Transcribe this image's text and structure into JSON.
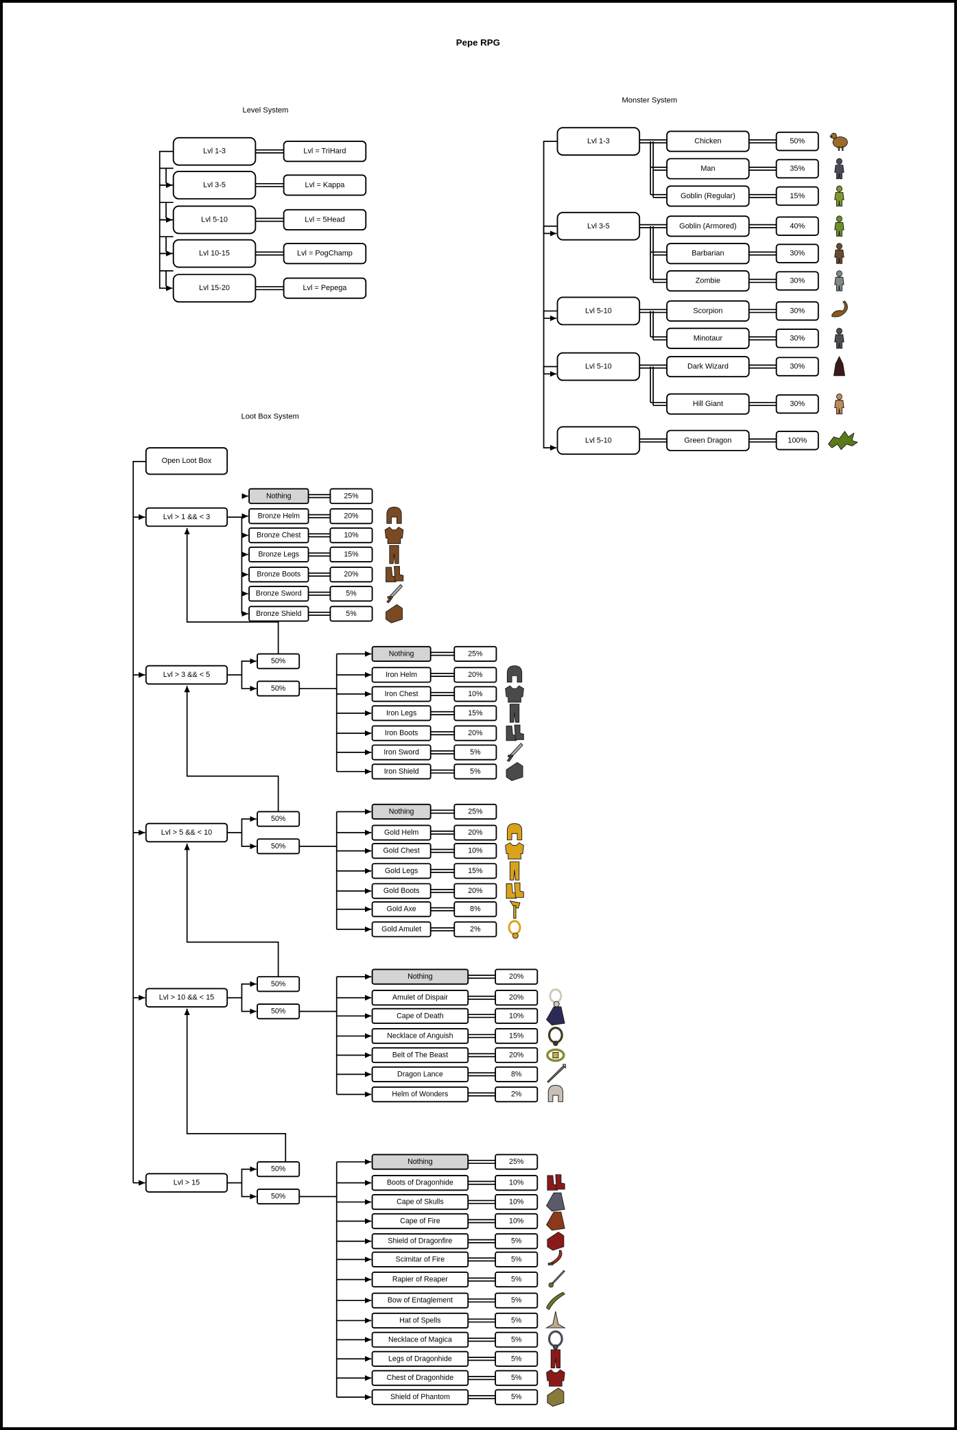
{
  "title": "Pepe RPG",
  "level_system": {
    "heading": "Level System",
    "rows": [
      {
        "level": "Lvl 1-3",
        "title": "Lvl = TriHard"
      },
      {
        "level": "Lvl 3-5",
        "title": "Lvl = Kappa"
      },
      {
        "level": "Lvl 5-10",
        "title": "Lvl = 5Head"
      },
      {
        "level": "Lvl 10-15",
        "title": "Lvl = PogChamp"
      },
      {
        "level": "Lvl 15-20",
        "title": "Lvl = Pepega"
      }
    ]
  },
  "monster_system": {
    "heading": "Monster System",
    "groups": [
      {
        "level": "Lvl 1-3",
        "monsters": [
          {
            "name": "Chicken",
            "chance": "50%",
            "icon": "chicken-icon",
            "color": "#9c6a2a"
          },
          {
            "name": "Man",
            "chance": "35%",
            "icon": "man-icon",
            "color": "#4a4a5a"
          },
          {
            "name": "Goblin (Regular)",
            "chance": "15%",
            "icon": "goblin-icon",
            "color": "#7d9a2c"
          }
        ]
      },
      {
        "level": "Lvl 3-5",
        "monsters": [
          {
            "name": "Goblin (Armored)",
            "chance": "40%",
            "icon": "armored-goblin-icon",
            "color": "#6e8f2a"
          },
          {
            "name": "Barbarian",
            "chance": "30%",
            "icon": "barbarian-icon",
            "color": "#6b4a2e"
          },
          {
            "name": "Zombie",
            "chance": "30%",
            "icon": "zombie-icon",
            "color": "#7d8a86"
          }
        ]
      },
      {
        "level": "Lvl 5-10",
        "monsters": [
          {
            "name": "Scorpion",
            "chance": "30%",
            "icon": "scorpion-icon",
            "color": "#8a5a1a"
          },
          {
            "name": "Minotaur",
            "chance": "30%",
            "icon": "minotaur-icon",
            "color": "#4e4e56"
          }
        ]
      },
      {
        "level": "Lvl 5-10",
        "monsters": [
          {
            "name": "Dark Wizard",
            "chance": "30%",
            "icon": "dark-wizard-icon",
            "color": "#3a1a1a"
          },
          {
            "name": "Hill Giant",
            "chance": "30%",
            "icon": "hill-giant-icon",
            "color": "#c08a5a"
          }
        ]
      },
      {
        "level": "Lvl 5-10",
        "monsters": [
          {
            "name": "Green Dragon",
            "chance": "100%",
            "icon": "green-dragon-icon",
            "color": "#5a7a1a"
          }
        ]
      }
    ]
  },
  "loot_box_system": {
    "heading": "Loot Box System",
    "open_label": "Open Loot Box",
    "tiers": [
      {
        "level": "Lvl > 1 && < 3",
        "split": [],
        "items": [
          {
            "name": "Nothing",
            "chance": "25%",
            "icon": "",
            "color": ""
          },
          {
            "name": "Bronze Helm",
            "chance": "20%",
            "icon": "helm-icon",
            "color": "#7a4a22"
          },
          {
            "name": "Bronze Chest",
            "chance": "10%",
            "icon": "chestplate-icon",
            "color": "#7a4a22"
          },
          {
            "name": "Bronze Legs",
            "chance": "15%",
            "icon": "legs-icon",
            "color": "#7a4a22"
          },
          {
            "name": "Bronze Boots",
            "chance": "20%",
            "icon": "boots-icon",
            "color": "#7a4a22"
          },
          {
            "name": "Bronze Sword",
            "chance": "5%",
            "icon": "sword-icon",
            "color": "#7a4a22"
          },
          {
            "name": "Bronze Shield",
            "chance": "5%",
            "icon": "shield-icon",
            "color": "#7a4a22"
          }
        ]
      },
      {
        "level": "Lvl > 3 && < 5",
        "split": [
          "50%",
          "50%"
        ],
        "items": [
          {
            "name": "Nothing",
            "chance": "25%",
            "icon": "",
            "color": ""
          },
          {
            "name": "Iron Helm",
            "chance": "20%",
            "icon": "helm-icon",
            "color": "#4a4a4a"
          },
          {
            "name": "Iron Chest",
            "chance": "10%",
            "icon": "chestplate-icon",
            "color": "#4a4a4a"
          },
          {
            "name": "Iron Legs",
            "chance": "15%",
            "icon": "legs-icon",
            "color": "#4a4a4a"
          },
          {
            "name": "Iron Boots",
            "chance": "20%",
            "icon": "boots-icon",
            "color": "#4a4a4a"
          },
          {
            "name": "Iron Sword",
            "chance": "5%",
            "icon": "sword-icon",
            "color": "#4a4a4a"
          },
          {
            "name": "Iron Shield",
            "chance": "5%",
            "icon": "shield-icon",
            "color": "#4a4a4a"
          }
        ]
      },
      {
        "level": "Lvl > 5 && < 10",
        "split": [
          "50%",
          "50%"
        ],
        "items": [
          {
            "name": "Nothing",
            "chance": "25%",
            "icon": "",
            "color": ""
          },
          {
            "name": "Gold Helm",
            "chance": "20%",
            "icon": "helm-icon",
            "color": "#d9a21b"
          },
          {
            "name": "Gold Chest",
            "chance": "10%",
            "icon": "chestplate-icon",
            "color": "#d9a21b"
          },
          {
            "name": "Gold Legs",
            "chance": "15%",
            "icon": "legs-icon",
            "color": "#d9a21b"
          },
          {
            "name": "Gold Boots",
            "chance": "20%",
            "icon": "boots-icon",
            "color": "#d9a21b"
          },
          {
            "name": "Gold Axe",
            "chance": "8%",
            "icon": "axe-icon",
            "color": "#d9a21b"
          },
          {
            "name": "Gold Amulet",
            "chance": "2%",
            "icon": "amulet-icon",
            "color": "#d9a21b"
          }
        ]
      },
      {
        "level": "Lvl > 10 && < 15",
        "split": [
          "50%",
          "50%"
        ],
        "items": [
          {
            "name": "Nothing",
            "chance": "20%",
            "icon": "",
            "color": ""
          },
          {
            "name": "Amulet of Dispair",
            "chance": "20%",
            "icon": "amulet-icon",
            "color": "#cfc9b4"
          },
          {
            "name": "Cape of Death",
            "chance": "10%",
            "icon": "cape-icon",
            "color": "#2c2a55"
          },
          {
            "name": "Necklace of Anguish",
            "chance": "15%",
            "icon": "necklace-icon",
            "color": "#3e3a1e"
          },
          {
            "name": "Belt of The Beast",
            "chance": "20%",
            "icon": "belt-icon",
            "color": "#8a8a2a"
          },
          {
            "name": "Dragon Lance",
            "chance": "8%",
            "icon": "lance-icon",
            "color": "#7a7a6a"
          },
          {
            "name": "Helm of Wonders",
            "chance": "2%",
            "icon": "helm-icon",
            "color": "#c8c0b8"
          }
        ]
      },
      {
        "level": "Lvl > 15",
        "split": [
          "50%",
          "50%"
        ],
        "items": [
          {
            "name": "Nothing",
            "chance": "25%",
            "icon": "",
            "color": ""
          },
          {
            "name": "Boots of Dragonhide",
            "chance": "10%",
            "icon": "boots-icon",
            "color": "#8a1a1a"
          },
          {
            "name": "Cape of Skulls",
            "chance": "10%",
            "icon": "cape-icon",
            "color": "#5a5a6a"
          },
          {
            "name": "Cape of Fire",
            "chance": "10%",
            "icon": "cape-icon",
            "color": "#8a3a1a"
          },
          {
            "name": "Shield of Dragonfire",
            "chance": "5%",
            "icon": "shield-icon",
            "color": "#8a1a1a"
          },
          {
            "name": "Scimitar of Fire",
            "chance": "5%",
            "icon": "scimitar-icon",
            "color": "#b02a1a"
          },
          {
            "name": "Rapier of Reaper",
            "chance": "5%",
            "icon": "rapier-icon",
            "color": "#9a9aa8"
          },
          {
            "name": "Bow of Entaglement",
            "chance": "5%",
            "icon": "bow-icon",
            "color": "#6a7a2a"
          },
          {
            "name": "Hat of Spells",
            "chance": "5%",
            "icon": "wizard-hat-icon",
            "color": "#b8aa8a"
          },
          {
            "name": "Necklace of Magica",
            "chance": "5%",
            "icon": "necklace-icon",
            "color": "#4a4a5a"
          },
          {
            "name": "Legs of Dragonhide",
            "chance": "5%",
            "icon": "legs-icon",
            "color": "#8a1a1a"
          },
          {
            "name": "Chest of Dragonhide",
            "chance": "5%",
            "icon": "chestplate-icon",
            "color": "#8a1a1a"
          },
          {
            "name": "Shield of Phantom",
            "chance": "5%",
            "icon": "shield-icon",
            "color": "#8a7a3a"
          }
        ]
      }
    ]
  }
}
